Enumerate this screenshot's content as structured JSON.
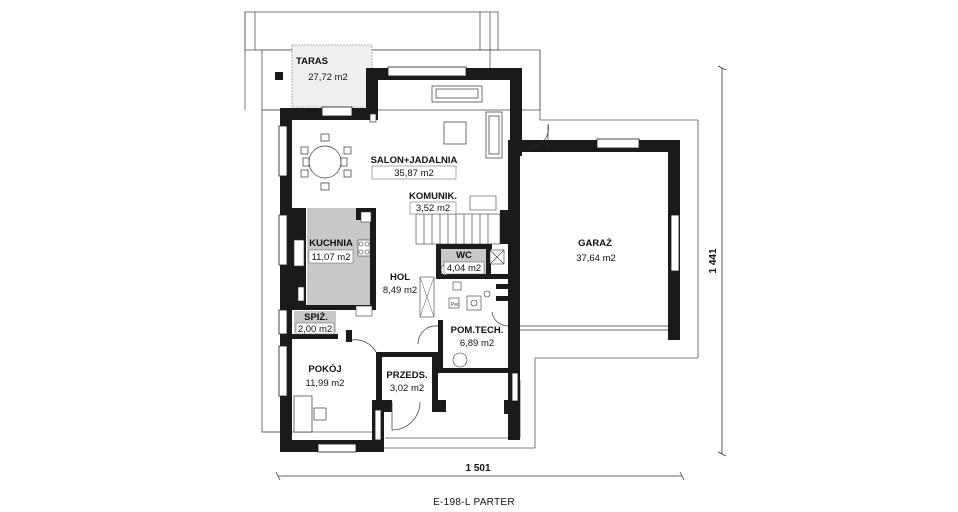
{
  "plan_title": "E-198-L PARTER",
  "dimensions": {
    "width": "1 501",
    "depth": "1 441"
  },
  "rooms": {
    "taras": {
      "name": "TARAS",
      "area": "27,72 m2"
    },
    "salon": {
      "name": "SALON+JADALNIA",
      "area": "35,87 m2"
    },
    "komunik": {
      "name": "KOMUNIK.",
      "area": "3,52 m2"
    },
    "kuchnia": {
      "name": "KUCHNIA",
      "area": "11,07 m2"
    },
    "wc": {
      "name": "WC",
      "area": "4,04 m2"
    },
    "hol": {
      "name": "HOL",
      "area": "8,49 m2"
    },
    "spiz": {
      "name": "SPIŻ.",
      "area": "2,00 m2"
    },
    "pomtech": {
      "name": "POM.TECH.",
      "area": "6,89 m2"
    },
    "pokoj": {
      "name": "POKÓJ",
      "area": "11,99 m2"
    },
    "przeds": {
      "name": "PRZEDS.",
      "area": "3,02 m2"
    },
    "garaz": {
      "name": "GARAŻ",
      "area": "37,64 m2"
    }
  },
  "fixtures": {
    "pec_label": "Pec"
  },
  "colors": {
    "wall": "#1a1a1a",
    "highlight": "#c8c8c8",
    "terrace": "#f0f0f0",
    "line": "#333333"
  }
}
